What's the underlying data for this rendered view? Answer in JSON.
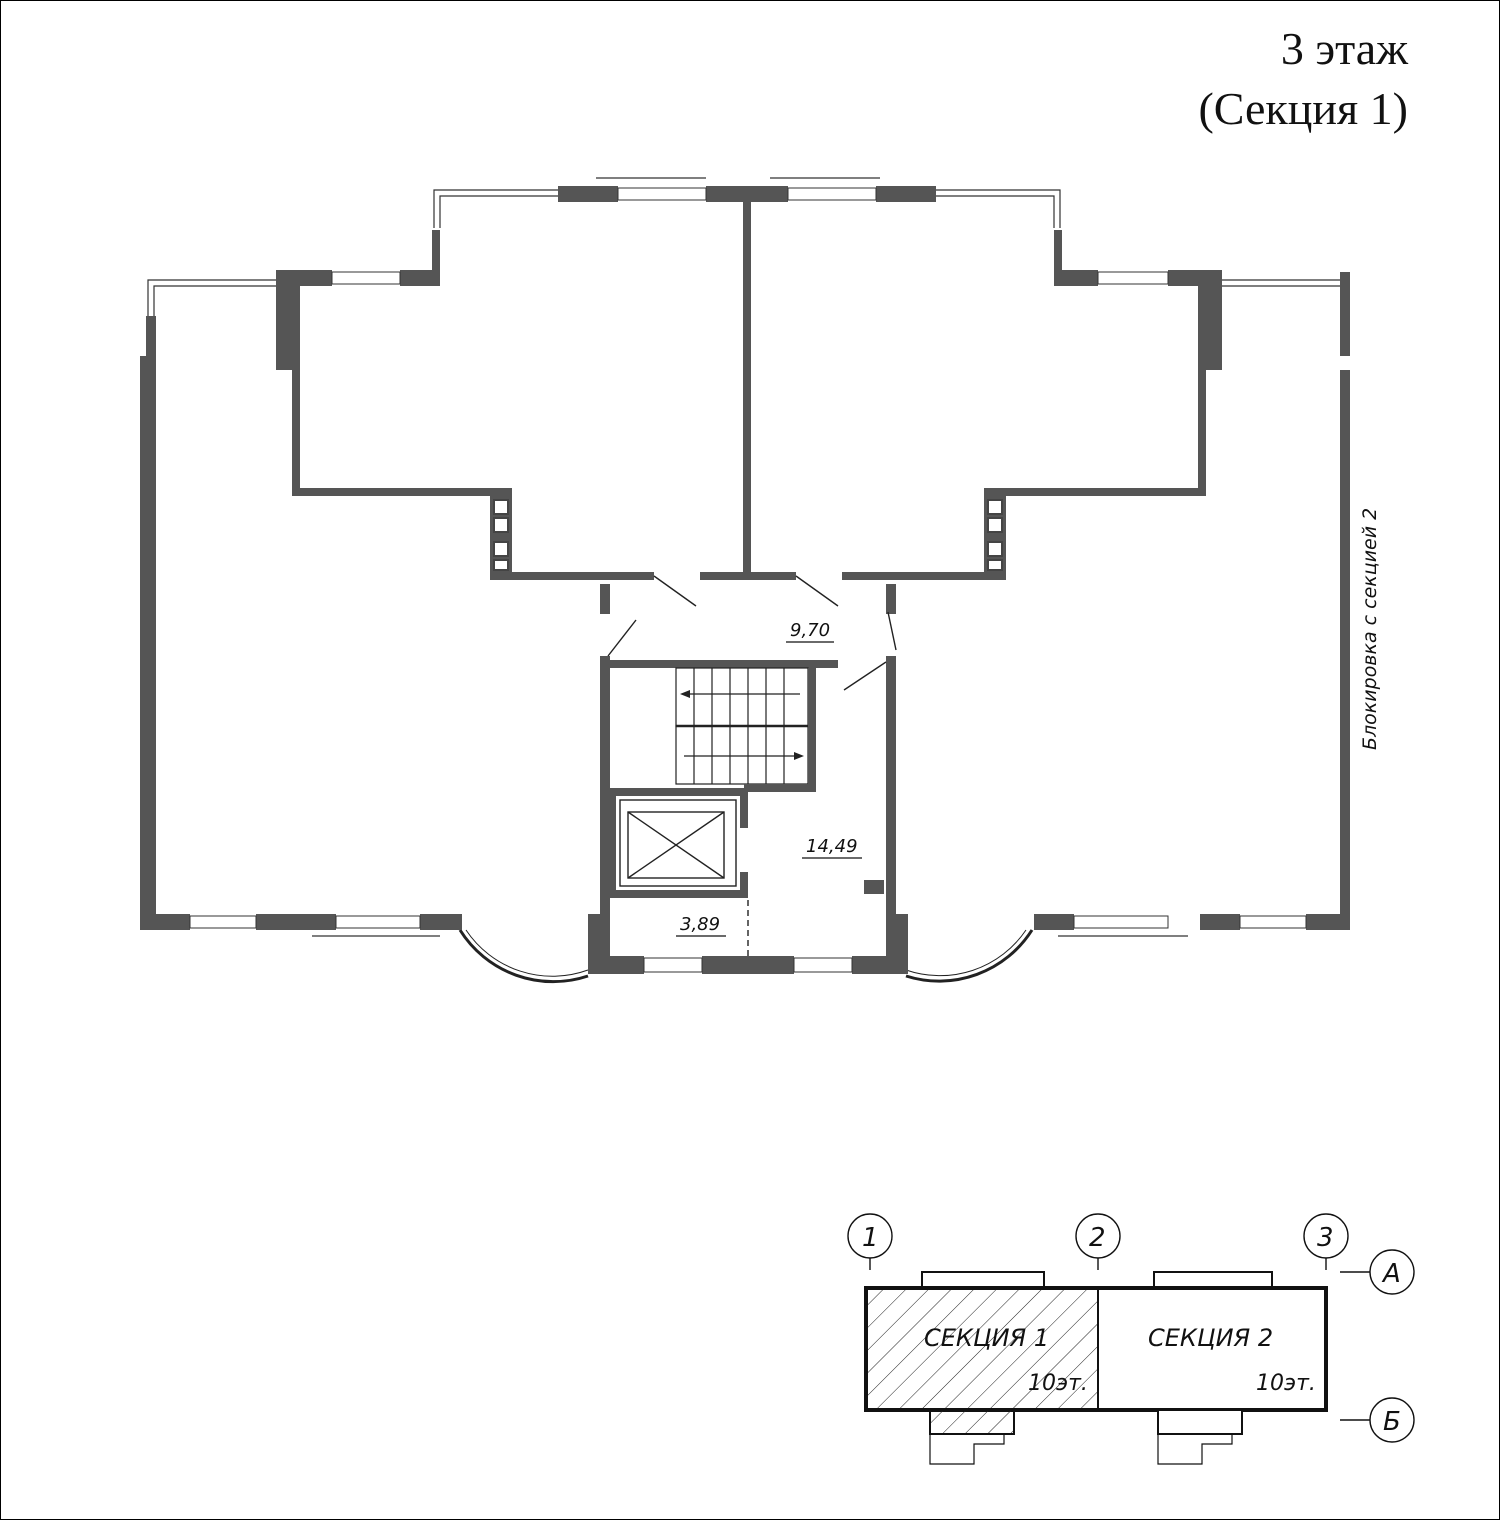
{
  "title": {
    "floor": "3 этаж",
    "section": "(Секция 1)"
  },
  "plan": {
    "areas": {
      "hall": "9,70",
      "corridor": "14,49",
      "vestibule": "3,89"
    },
    "side_note": "Блокировка с секцией 2"
  },
  "key_plan": {
    "axes": {
      "a1": "1",
      "a2": "2",
      "a3": "3",
      "rowA": "А",
      "rowB": "Б"
    },
    "section1": {
      "label": "СЕКЦИЯ 1",
      "floors": "10эт."
    },
    "section2": {
      "label": "СЕКЦИЯ 2",
      "floors": "10эт."
    }
  },
  "colors": {
    "wall": "#555555",
    "line": "#111111",
    "background": "#ffffff"
  }
}
